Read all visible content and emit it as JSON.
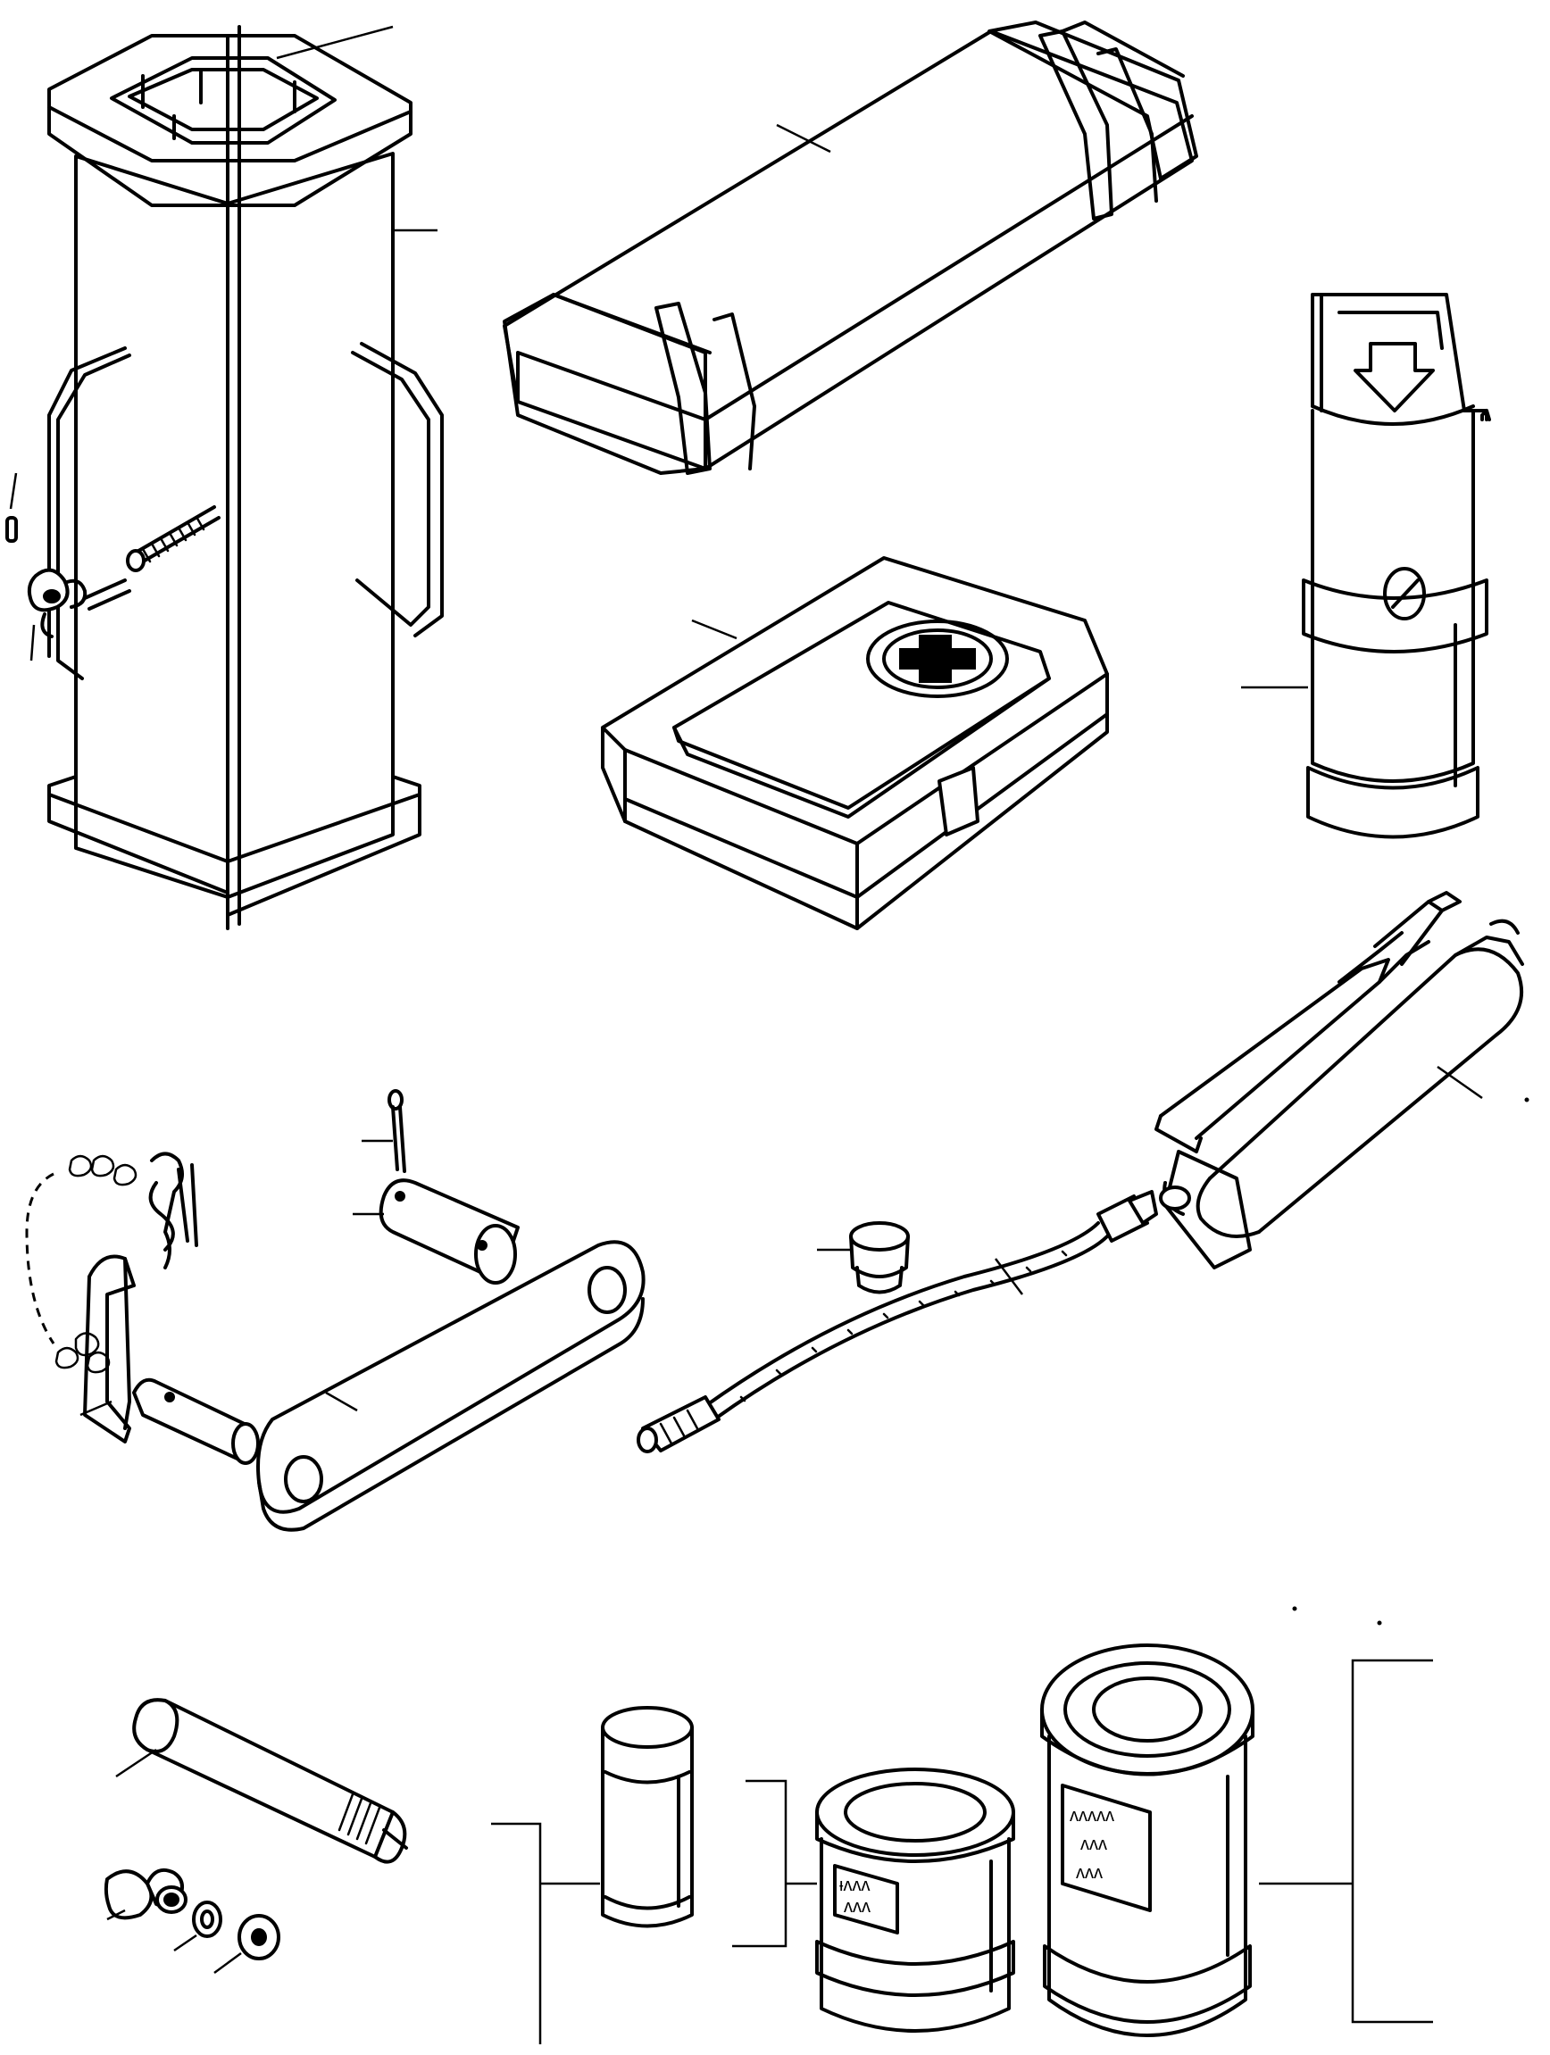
{
  "figure": {
    "domain": "exploded parts diagram",
    "background": "#ffffff",
    "line_color": "#000000",
    "components": [
      {
        "id": "tool-box",
        "icon": "toolbox-icon"
      },
      {
        "id": "handle-left",
        "icon": "handle-icon"
      },
      {
        "id": "handle-right",
        "icon": "handle-icon"
      },
      {
        "id": "screw",
        "icon": "screw-icon"
      },
      {
        "id": "wing-nut",
        "icon": "wing-nut-icon"
      },
      {
        "id": "spring-pin",
        "icon": "pin-icon"
      },
      {
        "id": "tool-roll-case",
        "icon": "case-icon"
      },
      {
        "id": "first-aid-kit",
        "icon": "first-aid-icon"
      },
      {
        "id": "fire-extinguisher",
        "icon": "extinguisher-icon"
      },
      {
        "id": "grease-gun",
        "icon": "grease-gun-icon"
      },
      {
        "id": "grease-hose",
        "icon": "hose-icon"
      },
      {
        "id": "dust-cap",
        "icon": "cap-icon"
      },
      {
        "id": "cotter-pin",
        "icon": "cotter-pin-icon"
      },
      {
        "id": "pivot-pin",
        "icon": "pin-icon"
      },
      {
        "id": "link-bar",
        "icon": "link-bar-icon"
      },
      {
        "id": "drawbar-pin-with-chain",
        "icon": "chain-icon"
      },
      {
        "id": "lynch-pin",
        "icon": "clip-icon"
      },
      {
        "id": "threaded-sleeve",
        "icon": "sleeve-icon"
      },
      {
        "id": "wing-nut-2",
        "icon": "wing-nut-icon"
      },
      {
        "id": "lock-washer",
        "icon": "washer-icon"
      },
      {
        "id": "flat-washer",
        "icon": "washer-icon"
      },
      {
        "id": "spray-can",
        "icon": "spray-can-icon"
      },
      {
        "id": "paint-tin-small",
        "icon": "tin-icon"
      },
      {
        "id": "paint-tin-large",
        "icon": "tin-icon"
      }
    ],
    "label_glyphs": {
      "tin_small_l1": "ᵻᴧᴧᴧ",
      "tin_small_l2": "ᴧᴧᴧ",
      "tin_large_l1": "ᴧᴧᴧᴧᴧ",
      "tin_large_l2": "ᴧᴧᴧ",
      "tin_large_l3": "ᴧᴧᴧ"
    }
  }
}
